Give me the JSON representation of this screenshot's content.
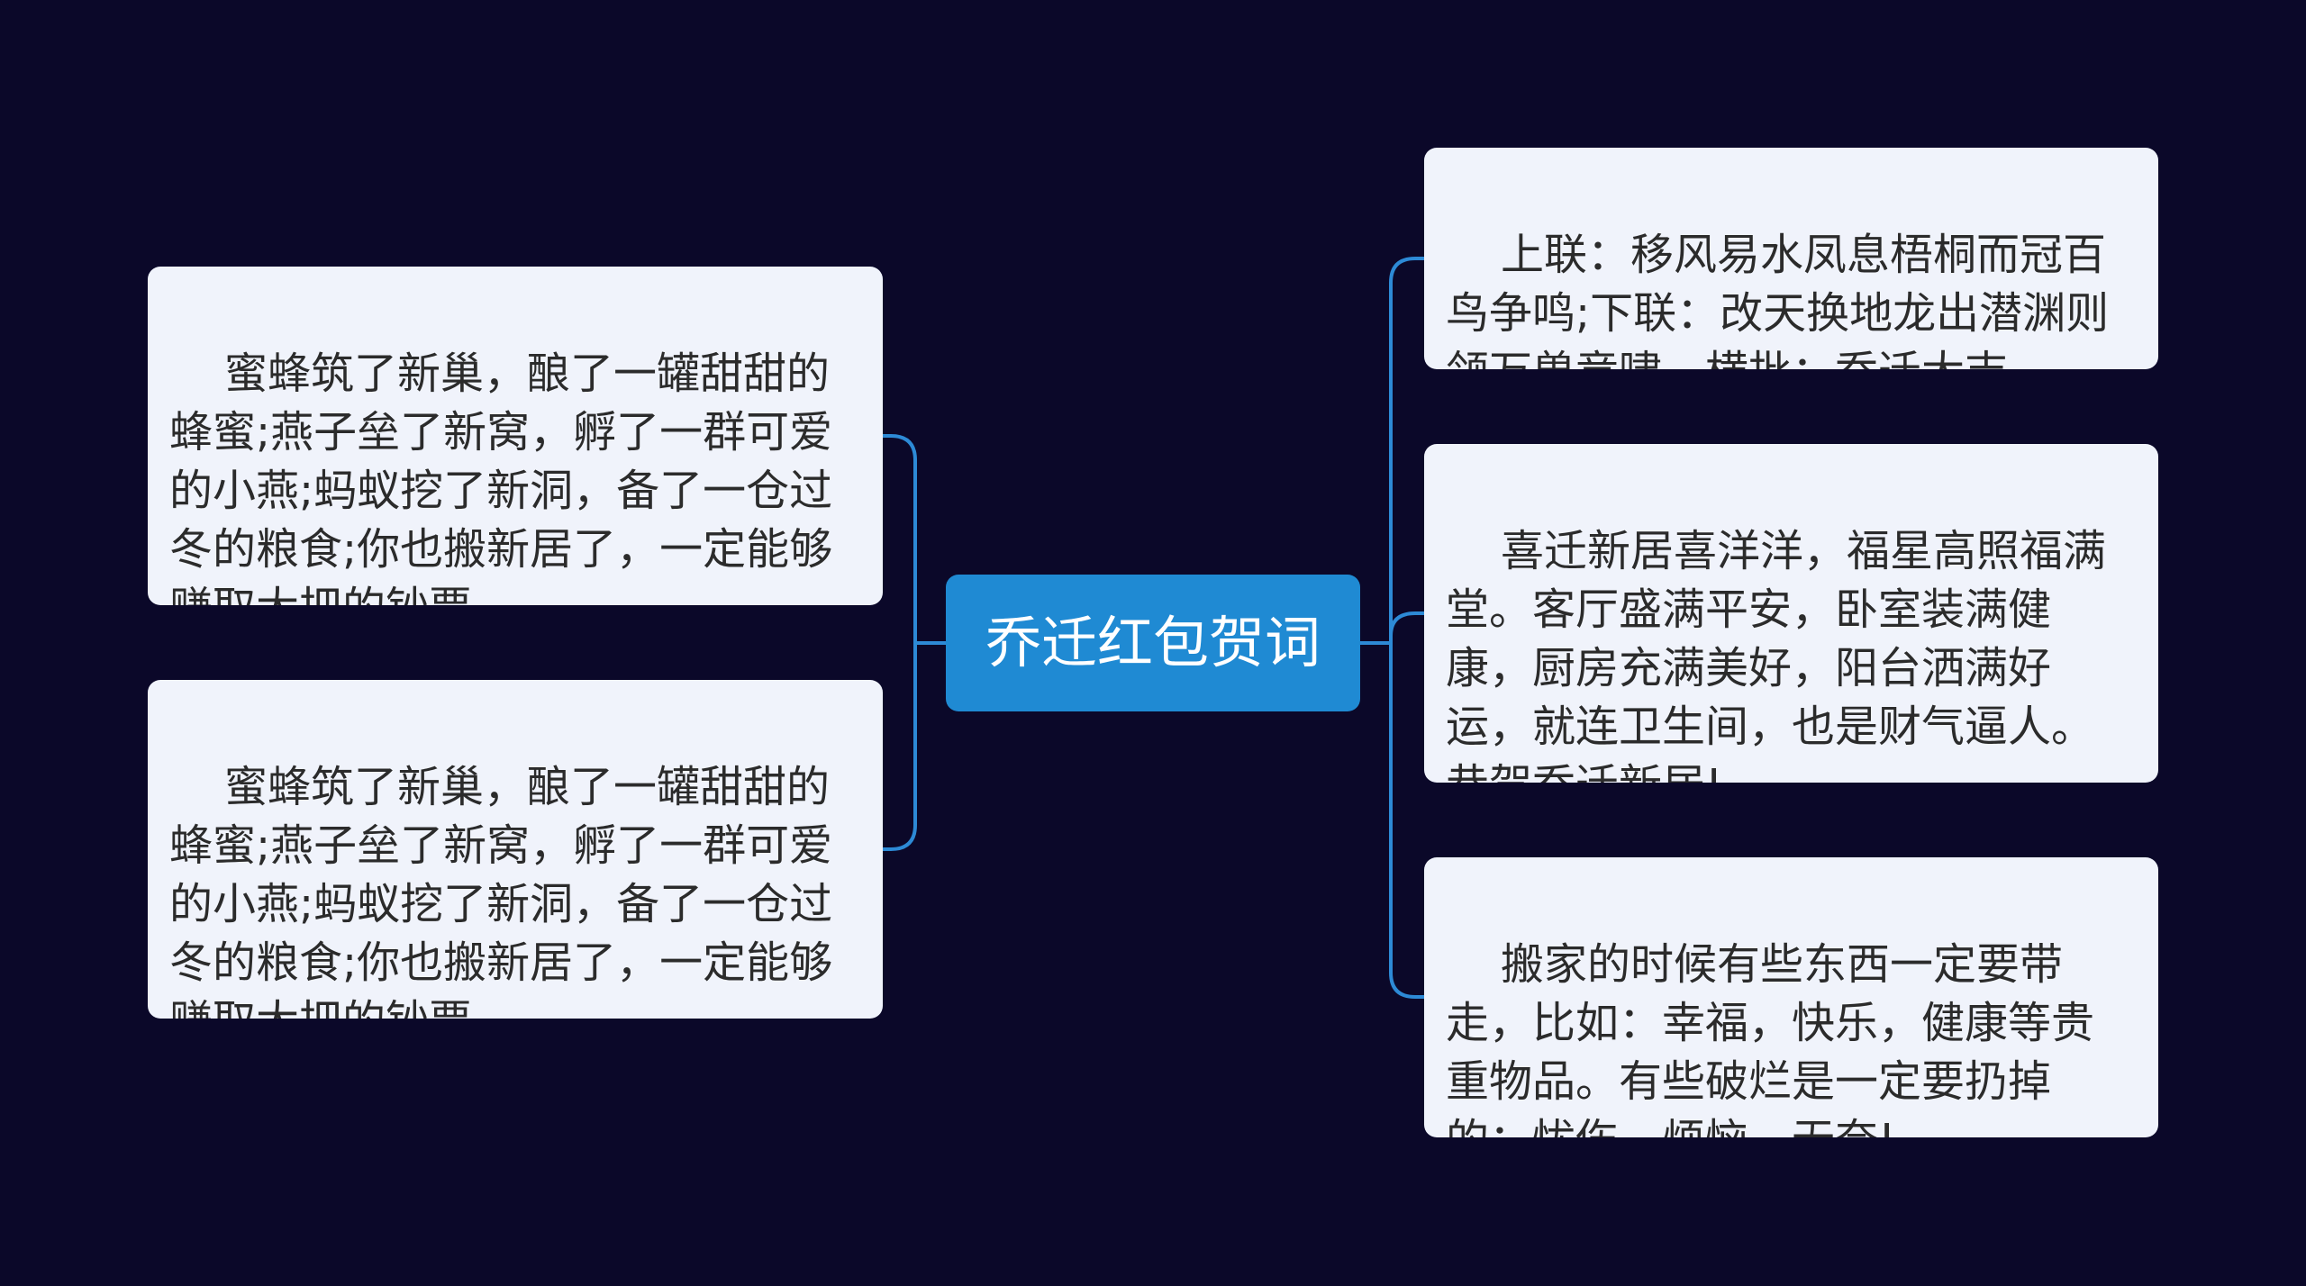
{
  "colors": {
    "background": "#0b0829",
    "root_fill": "#1f8ad3",
    "node_fill": "#f0f3fb",
    "connector": "#2d8ad6"
  },
  "root": {
    "label": "乔迁红包贺词"
  },
  "left_branches": [
    {
      "text": "蜜蜂筑了新巢，酿了一罐甜甜的蜂蜜;燕子垒了新窝，孵了一群可爱的小燕;蚂蚁挖了新洞，备了一仓过冬的粮食;你也搬新居了，一定能够赚取大把的钞票。"
    },
    {
      "text": "蜜蜂筑了新巢，酿了一罐甜甜的蜂蜜;燕子垒了新窝，孵了一群可爱的小燕;蚂蚁挖了新洞，备了一仓过冬的粮食;你也搬新居了，一定能够赚取大把的钞票。"
    }
  ],
  "right_branches": [
    {
      "text": "上联：移风易水凤息梧桐而冠百鸟争鸣;下联：改天换地龙出潜渊则领万兽竞啸。横批：乔迁大吉"
    },
    {
      "text": "喜迁新居喜洋洋，福星高照福满堂。客厅盛满平安，卧室装满健康，厨房充满美好，阳台洒满好运，就连卫生间，也是财气逼人。恭贺乔迁新居!"
    },
    {
      "text": "搬家的时候有些东西一定要带走，比如：幸福，快乐，健康等贵重物品。有些破烂是一定要扔掉的：忧伤，烦恼，无奈!"
    }
  ]
}
